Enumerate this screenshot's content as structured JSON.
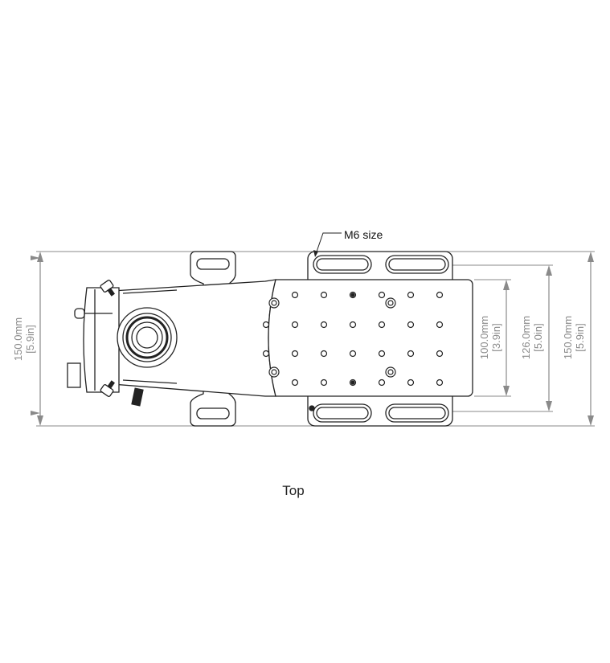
{
  "view_label": "Top",
  "callout": "M6 size",
  "dimensions": [
    {
      "id": "overall-left",
      "mm": "150.0mm",
      "in": "[5.9in]"
    },
    {
      "id": "top-plate",
      "mm": "100.0mm",
      "in": "[3.9in]"
    },
    {
      "id": "slot-span",
      "mm": "126.0mm",
      "in": "[5.0in]"
    },
    {
      "id": "overall-right",
      "mm": "150.0mm",
      "in": "[5.9in]"
    }
  ],
  "colors": {
    "line": "#222222",
    "dimension": "#8a8a8a"
  }
}
